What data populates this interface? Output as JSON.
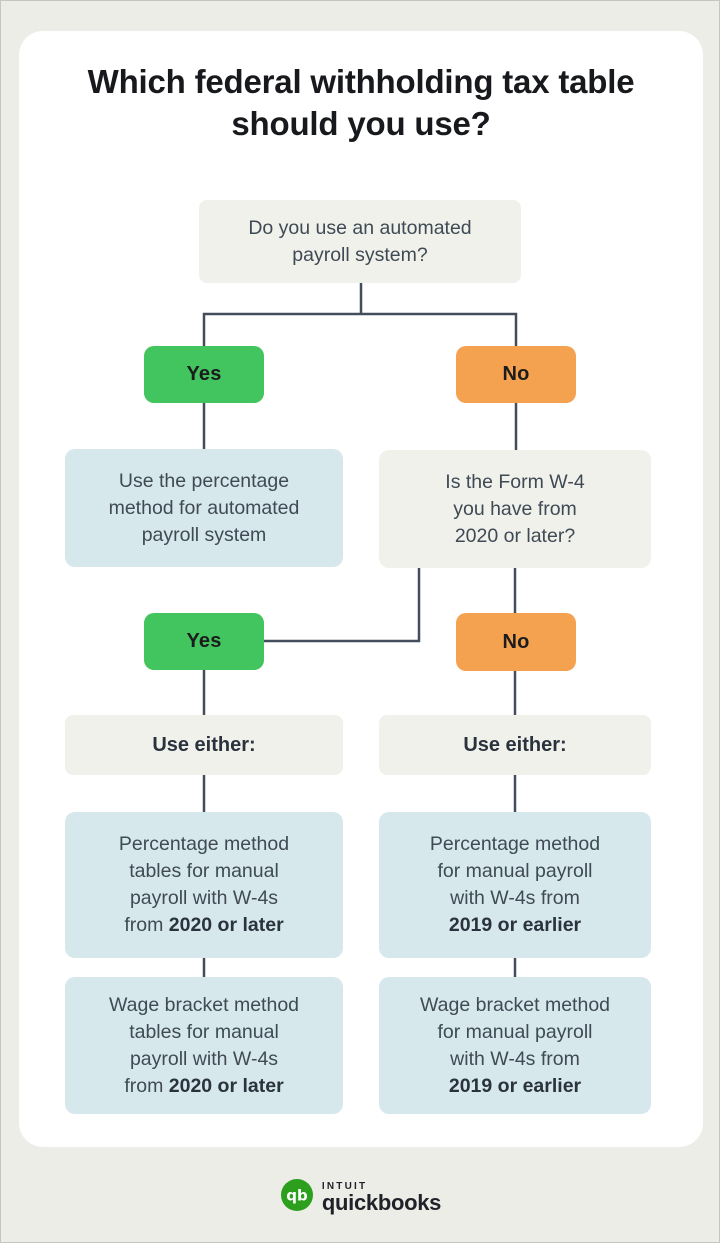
{
  "title": "Which federal withholding tax table should you use?",
  "colors": {
    "page_background": "#EDEDE8",
    "card_background": "#FFFFFF",
    "node_gray": "#F1F1EC",
    "node_blue": "#D7E8ED",
    "yes_green": "#42C45F",
    "no_orange": "#F5A250",
    "connector_line": "#424E5C",
    "text_dark": "#3F4A54",
    "brand_green": "#2CA01C"
  },
  "flowchart": {
    "question_automated": {
      "line_1": "Do you use an automated",
      "line_2": "payroll system?"
    },
    "branch_automated": {
      "yes": "Yes",
      "no": "No"
    },
    "result_automated": {
      "line_1": "Use the percentage",
      "line_2": "method for automated",
      "line_3": "payroll system"
    },
    "question_w4": {
      "line_1": "Is the Form W-4",
      "line_2": "you have from",
      "line_3": "2020 or later?"
    },
    "branch_w4": {
      "yes": "Yes",
      "no": "No"
    },
    "use_either_new": "Use either:",
    "use_either_old": "Use either:",
    "percentage_new": {
      "line_1": "Percentage method",
      "line_2": "tables for manual",
      "line_3": "payroll with W-4s",
      "line_4_regular": "from",
      "line_4_bold": "2020 or later"
    },
    "wage_new": {
      "line_1": "Wage bracket method",
      "line_2": "tables for manual",
      "line_3": "payroll with W-4s",
      "line_4_regular": "from",
      "line_4_bold": "2020 or later"
    },
    "percentage_old": {
      "line_1": "Percentage method",
      "line_2": "for manual payroll",
      "line_3": "with W-4s from",
      "line_4_bold": "2019 or earlier"
    },
    "wage_old": {
      "line_1": "Wage bracket method",
      "line_2": "for manual payroll",
      "line_3": "with W-4s from",
      "line_4_bold": "2019 or earlier"
    }
  },
  "footer": {
    "logo_monogram": "qb",
    "brand_name_top": "INTUIT",
    "brand_name_bottom": "quickbooks"
  }
}
